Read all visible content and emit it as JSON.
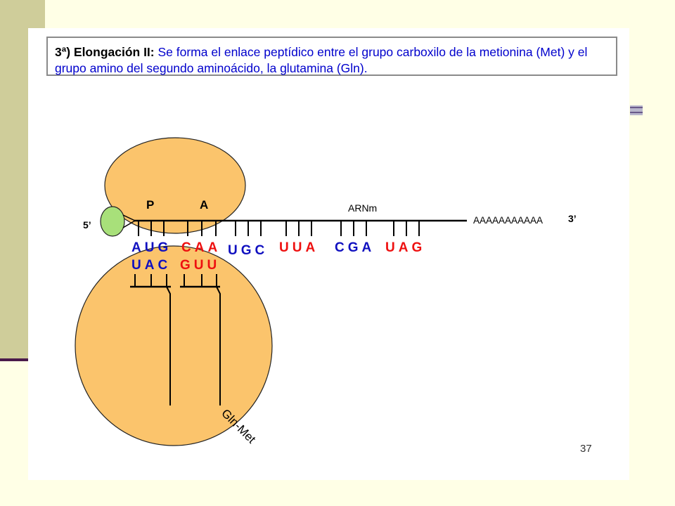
{
  "title": {
    "lead": "3ª) Elongación II",
    "colon": ":",
    "text": " Se forma el enlace peptídico entre el grupo carboxilo de la  metionina (Met) y el grupo amino del segundo aminoácido, la glutamina (Gln)."
  },
  "labels": {
    "site_p": "P",
    "site_a": "A",
    "mrna": "ARNm",
    "five_prime": "5’",
    "three_prime": "3’",
    "poly_a": "AAAAAAAAAAA",
    "peptide": "Gln-Met"
  },
  "mrna_codons": [
    {
      "bases": "AUG",
      "color": "#1010c0"
    },
    {
      "bases": "CAA",
      "color": "#ee1010"
    },
    {
      "bases": "UGC",
      "color": "#1010c0"
    },
    {
      "bases": "UUA",
      "color": "#ee1010"
    },
    {
      "bases": "CGA",
      "color": "#1010c0"
    },
    {
      "bases": "UAG",
      "color": "#ee1010"
    }
  ],
  "anticodons": [
    {
      "bases": "UAC",
      "color": "#1010c0"
    },
    {
      "bases": "GUU",
      "color": "#ee1010"
    }
  ],
  "page_number": "37",
  "colors": {
    "ribosome": "#fbc46c",
    "cap": "#a8e07a",
    "blue_base": "#1010c0",
    "red_base": "#ee1010"
  }
}
